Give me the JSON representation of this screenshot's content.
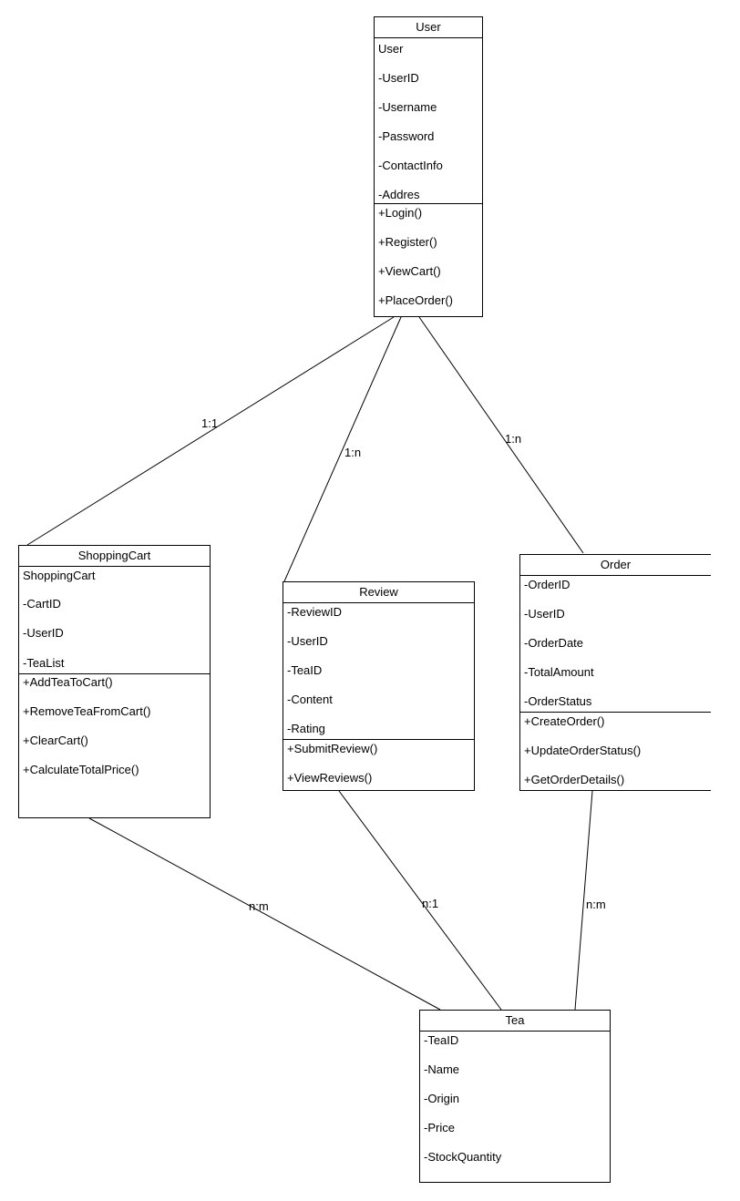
{
  "classes": {
    "user": {
      "name": "User",
      "attributes": [
        "User",
        "-UserID",
        "-Username",
        "-Password",
        "-ContactInfo",
        "-Addres"
      ],
      "operations": [
        "+Login()",
        "+Register()",
        "+ViewCart()",
        "+PlaceOrder()"
      ]
    },
    "cart": {
      "name": "ShoppingCart",
      "attributes": [
        "ShoppingCart",
        "-CartID",
        "-UserID",
        "-TeaList"
      ],
      "operations": [
        "+AddTeaToCart()",
        "+RemoveTeaFromCart()",
        "+ClearCart()",
        "+CalculateTotalPrice()"
      ]
    },
    "review": {
      "name": "Review",
      "attributes": [
        "-ReviewID",
        "-UserID",
        "-TeaID",
        "-Content",
        "-Rating"
      ],
      "operations": [
        "+SubmitReview()",
        "+ViewReviews()"
      ]
    },
    "order": {
      "name": "Order",
      "attributes": [
        "-OrderID",
        "-UserID",
        "-OrderDate",
        "-TotalAmount",
        "-OrderStatus"
      ],
      "operations": [
        "+CreateOrder()",
        "+UpdateOrderStatus()",
        "+GetOrderDetails()"
      ]
    },
    "tea": {
      "name": "Tea",
      "attributes": [
        "-TeaID",
        "-Name",
        "-Origin",
        "-Price",
        "-StockQuantity"
      ],
      "operations": []
    }
  },
  "relations": {
    "user_cart": "1:1",
    "user_review": "1:n",
    "user_order": "1:n",
    "cart_tea": "n:m",
    "review_tea": "n:1",
    "order_tea": "n:m"
  }
}
